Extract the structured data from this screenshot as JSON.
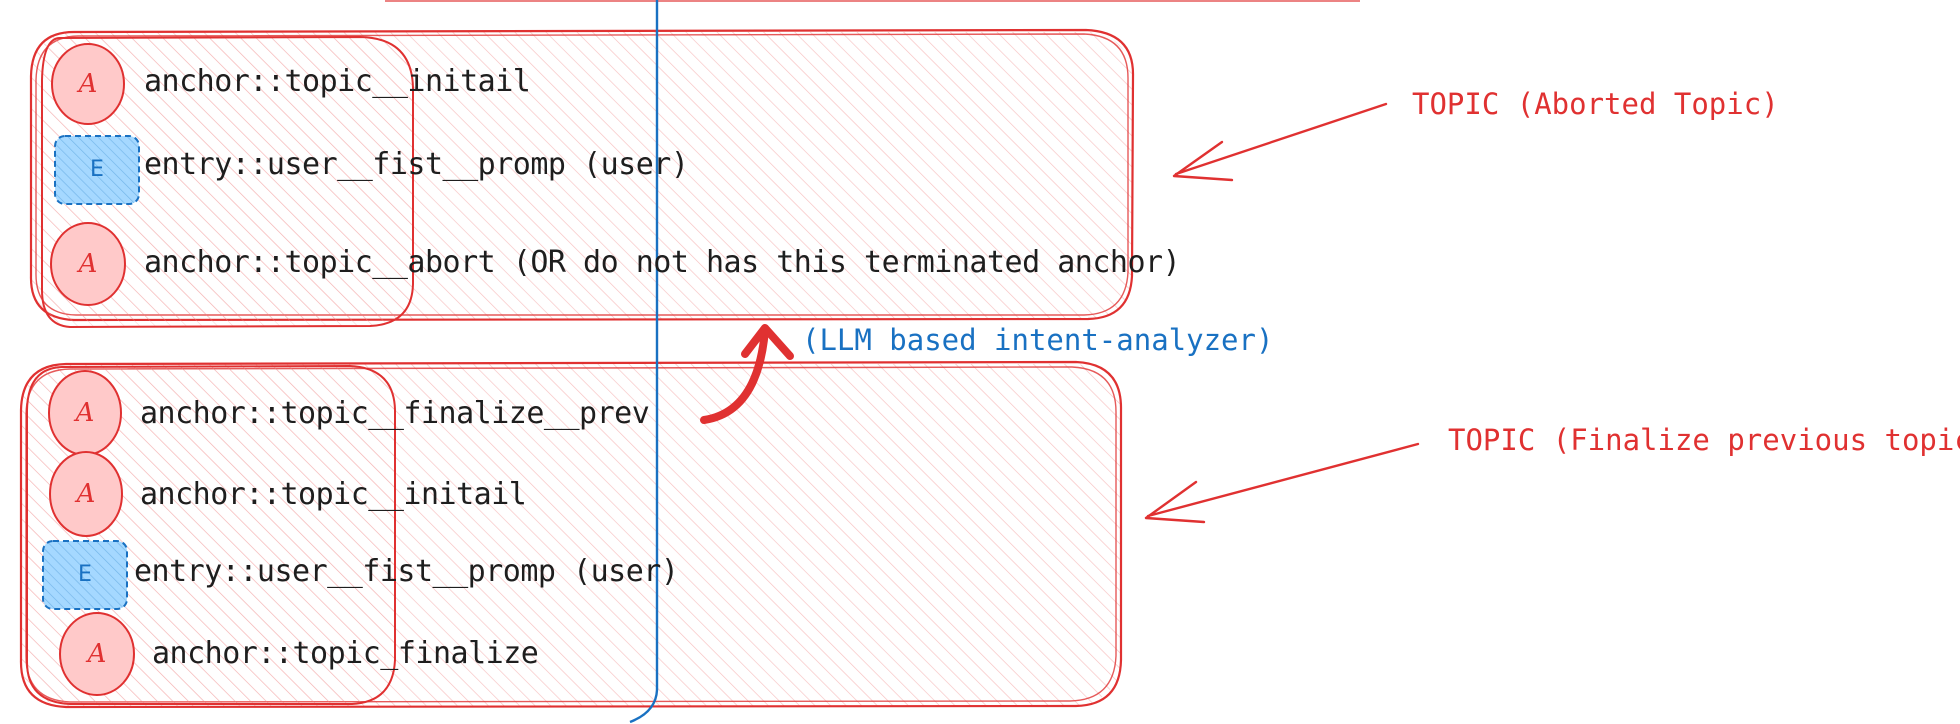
{
  "colors": {
    "stroke_red": "#e03131",
    "fill_red": "#ffc9c9",
    "stroke_blue": "#1971c2",
    "fill_blue": "#a5d8ff",
    "text": "#1e1e1e"
  },
  "topic_aborted": {
    "rows": [
      {
        "badge": "A",
        "kind": "anchor",
        "label": "anchor::topic__initail"
      },
      {
        "badge": "E",
        "kind": "entry",
        "label": "entry::user__fist__promp (user)"
      },
      {
        "badge": "A",
        "kind": "anchor",
        "label": "anchor::topic__abort (OR do not has this terminated anchor)"
      }
    ],
    "annotation": "TOPIC (Aborted Topic)"
  },
  "connector": {
    "annotation": "(LLM based intent-analyzer)"
  },
  "topic_finalize": {
    "rows": [
      {
        "badge": "A",
        "kind": "anchor",
        "label": "anchor::topic__finalize__prev"
      },
      {
        "badge": "A",
        "kind": "anchor",
        "label": "anchor::topic__initail"
      },
      {
        "badge": "E",
        "kind": "entry",
        "label": "entry::user__fist__promp (user)"
      },
      {
        "badge": "A",
        "kind": "anchor",
        "label": "anchor::topic_finalize"
      }
    ],
    "annotation": "TOPIC (Finalize previous topic)"
  }
}
